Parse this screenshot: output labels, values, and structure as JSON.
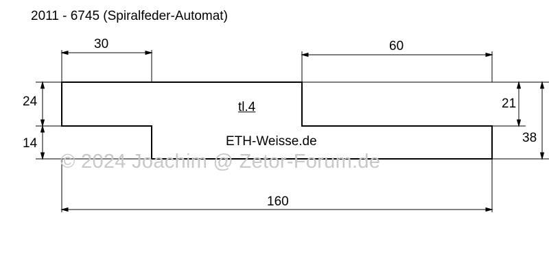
{
  "title": "2011 - 6745 (Spiralfeder-Automat)",
  "part_label": "tl.4",
  "maker_label": "ETH-Weisse.de",
  "watermark": "© 2024 Joachim @ Zetor-Forum.de",
  "dimensions": {
    "top_left_width": "30",
    "top_right_width": "60",
    "total_width": "160",
    "left_upper_height": "24",
    "left_lower_height": "14",
    "right_inner_height": "21",
    "right_total_height": "38"
  },
  "colors": {
    "outline": "#000000",
    "dimension_lines": "#000000",
    "watermark": "#c8c8c8"
  }
}
